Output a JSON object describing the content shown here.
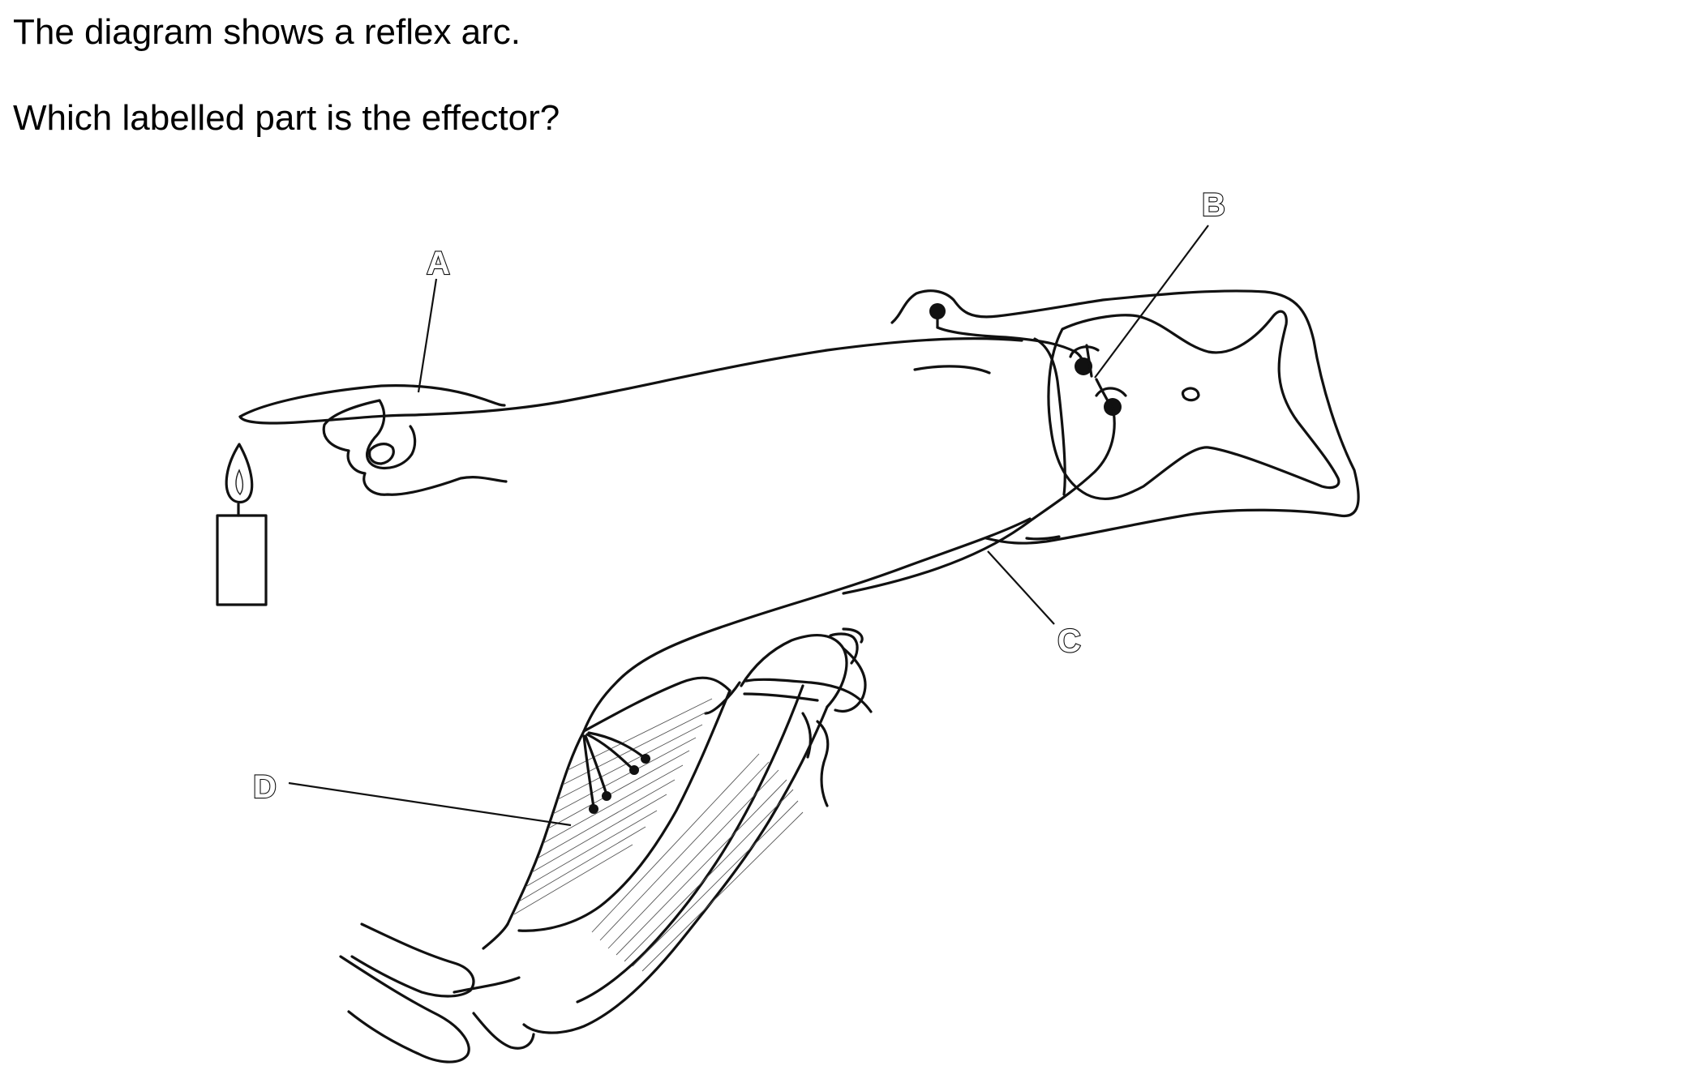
{
  "question": {
    "intro": "The diagram shows a reflex arc.",
    "prompt": "Which labelled part is the effector?"
  },
  "diagram": {
    "labels": {
      "a": "A",
      "b": "B",
      "c": "C",
      "d": "D"
    }
  }
}
